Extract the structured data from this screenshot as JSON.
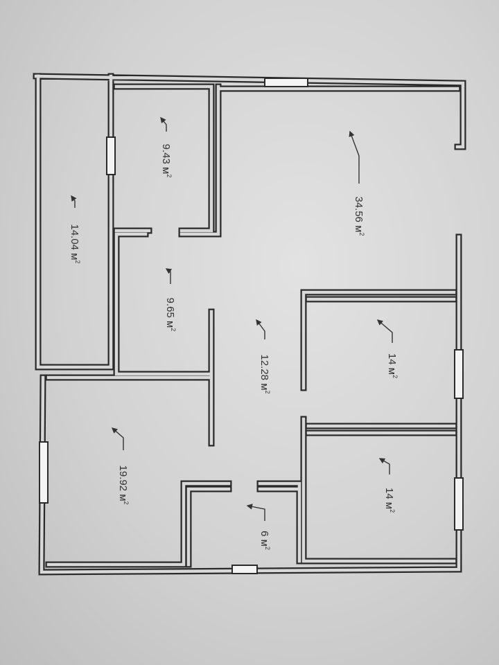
{
  "title": "Floor plan",
  "rooms": [
    {
      "id": "room-a",
      "area": "9.43",
      "unit": "м",
      "exp": "2"
    },
    {
      "id": "room-b",
      "area": "14.04",
      "unit": "м",
      "exp": "2"
    },
    {
      "id": "room-c",
      "area": "9.65",
      "unit": "м",
      "exp": "2"
    },
    {
      "id": "room-d",
      "area": "34.56",
      "unit": "м",
      "exp": "2"
    },
    {
      "id": "room-e",
      "area": "12.28",
      "unit": "м",
      "exp": "2"
    },
    {
      "id": "room-f",
      "area": "14",
      "unit": "м",
      "exp": "2"
    },
    {
      "id": "room-g",
      "area": "14",
      "unit": "м",
      "exp": "2"
    },
    {
      "id": "room-h",
      "area": "19.92",
      "unit": "м",
      "exp": "2"
    },
    {
      "id": "room-i",
      "area": "6",
      "unit": "м",
      "exp": "2"
    }
  ]
}
